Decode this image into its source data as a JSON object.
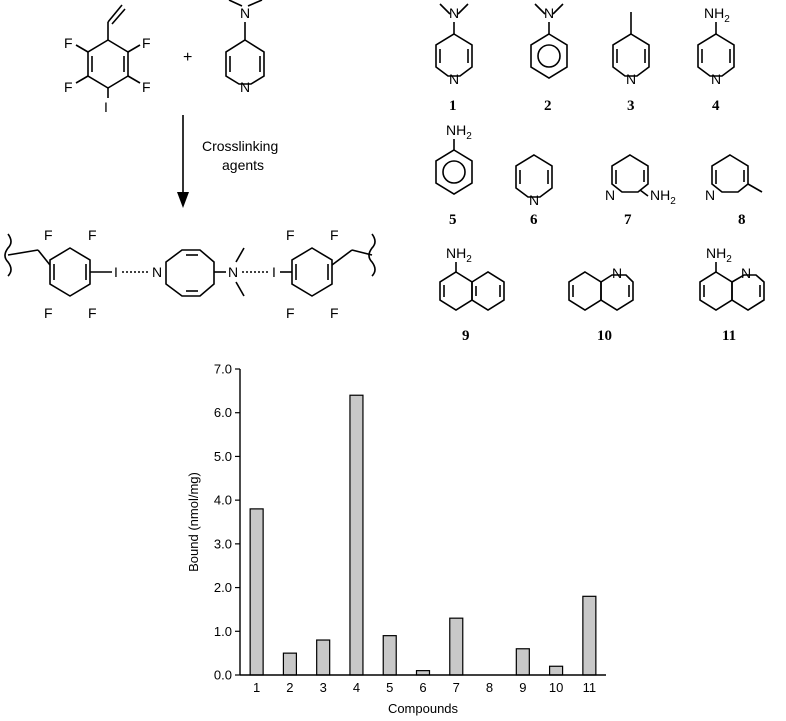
{
  "scheme": {
    "reactant_atoms": {
      "f": "F",
      "i": "I",
      "n": "N"
    },
    "plus": "+",
    "arrow_label_line1": "Crosslinking",
    "arrow_label_line2": "agents",
    "compound_numbers": [
      "1",
      "2",
      "3",
      "4",
      "5",
      "6",
      "7",
      "8",
      "9",
      "10",
      "11"
    ],
    "substituents": {
      "nh2": "NH2",
      "n": "N"
    }
  },
  "chart_data": {
    "type": "bar",
    "categories": [
      "1",
      "2",
      "3",
      "4",
      "5",
      "6",
      "7",
      "8",
      "9",
      "10",
      "11"
    ],
    "values": [
      3.8,
      0.5,
      0.8,
      6.4,
      0.9,
      0.1,
      1.3,
      0.0,
      0.6,
      0.2,
      1.8
    ],
    "xlabel": "Compounds",
    "ylabel": "Bound (nmol/mg)",
    "ylim": [
      0,
      7
    ],
    "yticks": [
      "0.0",
      "1.0",
      "2.0",
      "3.0",
      "4.0",
      "5.0",
      "6.0",
      "7.0"
    ],
    "bar_color": "#c8c8c8",
    "grid": false
  }
}
